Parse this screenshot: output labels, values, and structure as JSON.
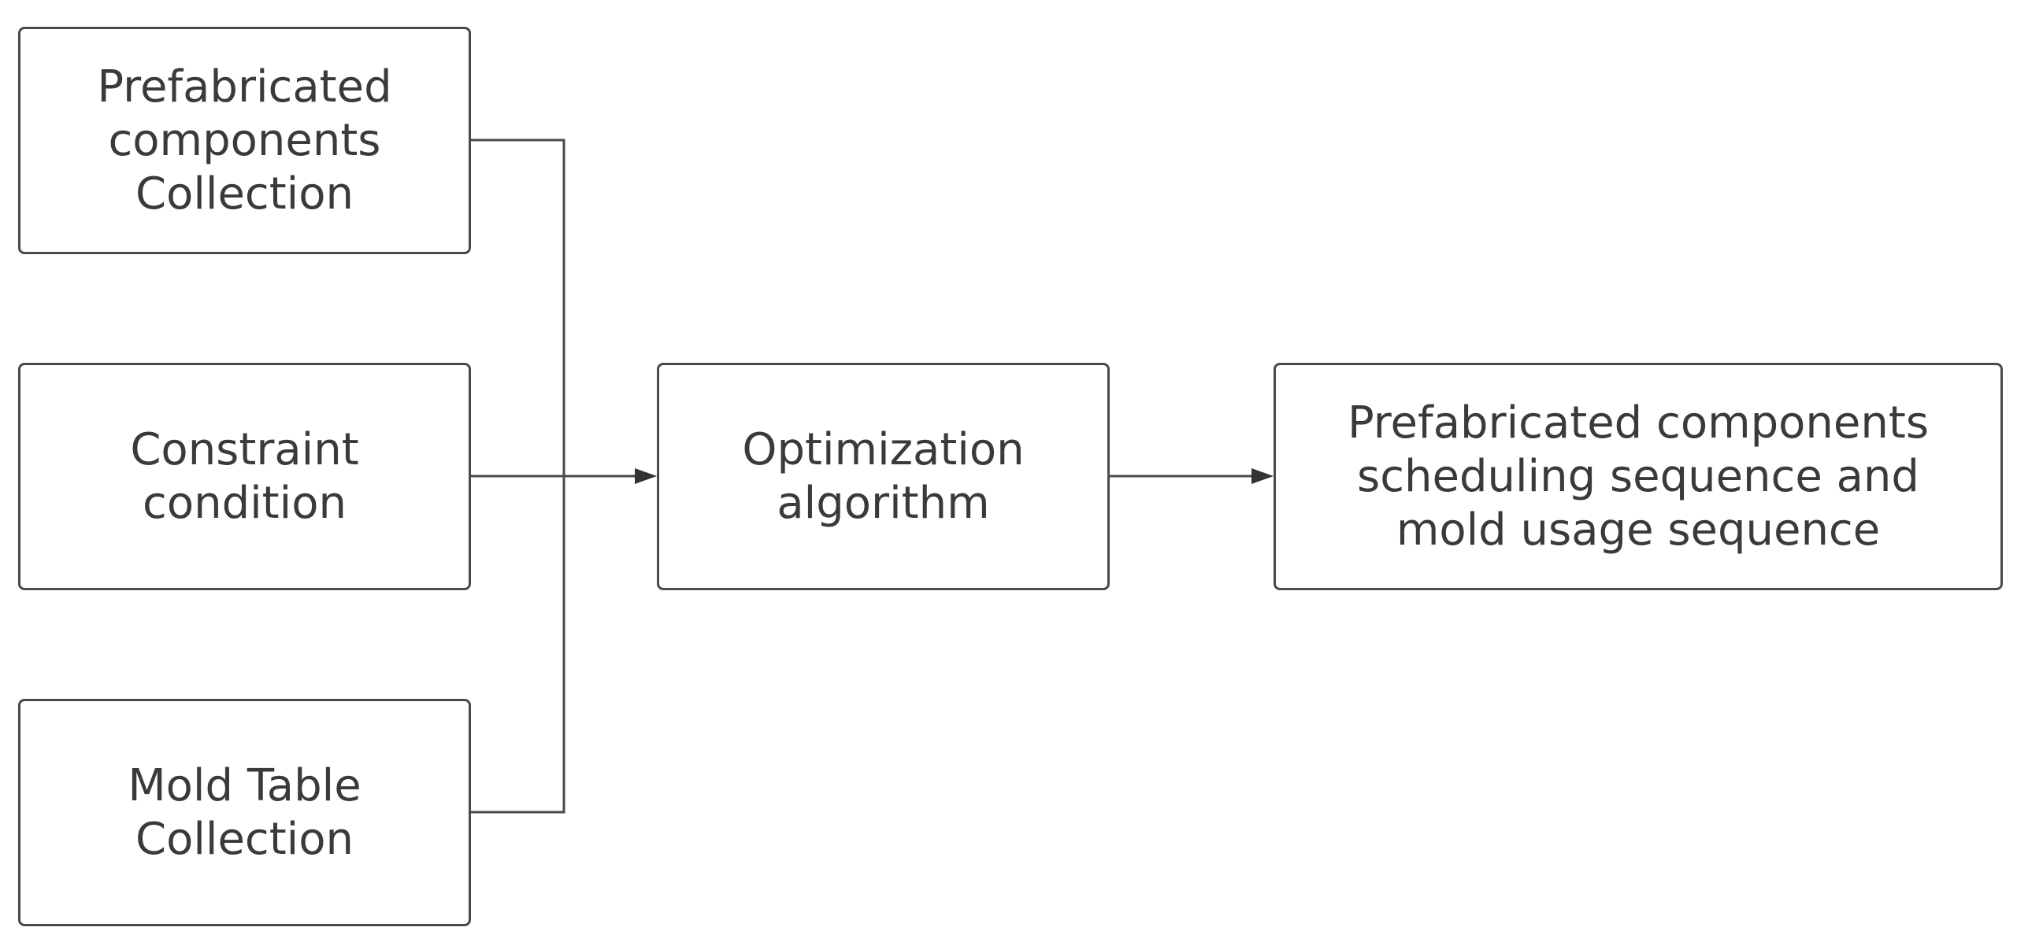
{
  "diagram": {
    "nodes": [
      {
        "id": "components",
        "label": "Prefabricated\ncomponents\nCollection"
      },
      {
        "id": "constraint",
        "label": "Constraint\ncondition"
      },
      {
        "id": "mold",
        "label": "Mold Table\nCollection"
      },
      {
        "id": "optimize",
        "label": "Optimization\nalgorithm"
      },
      {
        "id": "output",
        "label": "Prefabricated components\nscheduling  sequence and\nmold usage sequence"
      }
    ],
    "edges": [
      {
        "from": "components",
        "to": "optimize"
      },
      {
        "from": "constraint",
        "to": "optimize"
      },
      {
        "from": "mold",
        "to": "optimize"
      },
      {
        "from": "optimize",
        "to": "output"
      }
    ],
    "colors": {
      "stroke": "#4a4a4a",
      "text": "#3a3a3a",
      "background": "#ffffff"
    }
  }
}
